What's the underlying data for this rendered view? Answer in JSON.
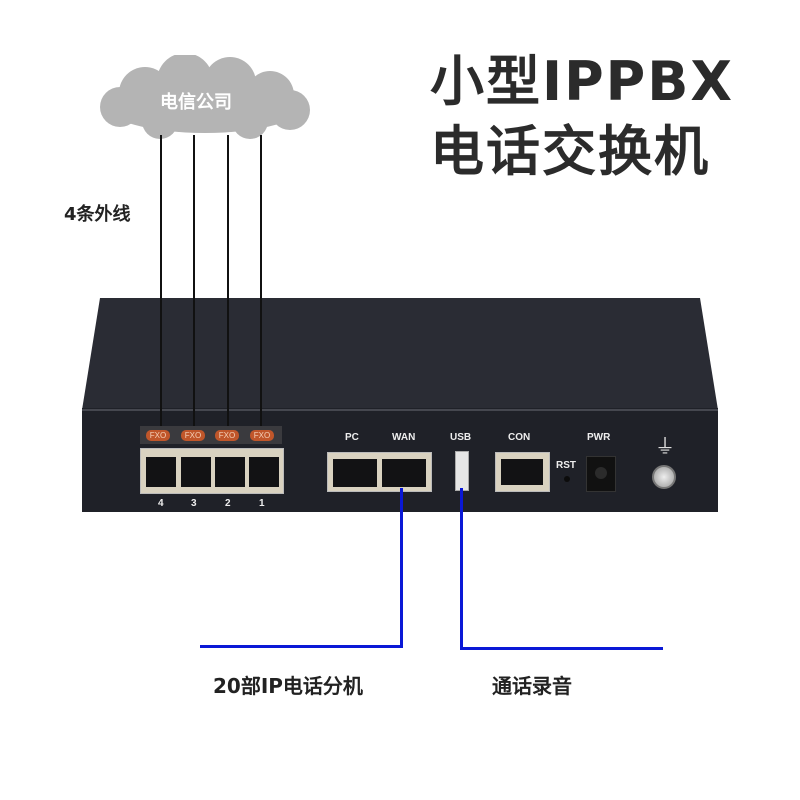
{
  "title_line1": "小型IPPBX",
  "title_line2": "电话交换机",
  "cloud_label": "电信公司",
  "lines_label": "4条外线",
  "device": {
    "fxo_label": "FXO",
    "fxo_numbers": [
      "4",
      "3",
      "2",
      "1"
    ],
    "pc_label": "PC",
    "wan_label": "WAN",
    "usb_label": "USB",
    "con_label": "CON",
    "rst_label": "RST",
    "pwr_label": "PWR",
    "ground_symbol": "⏚"
  },
  "extensions_label": "20部IP电话分机",
  "recording_label": "通话录音",
  "colors": {
    "blue_line": "#0a18d6",
    "device": "#23252d",
    "fxo": "#c0562a"
  }
}
